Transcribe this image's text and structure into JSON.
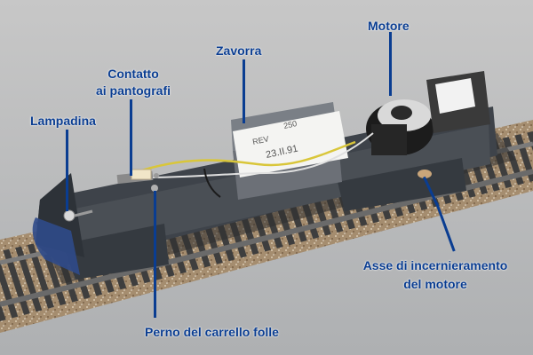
{
  "labels": {
    "zavorra": "Zavorra",
    "motore": "Motore",
    "contatto_line1": "Contatto",
    "contatto_line2": "ai pantografi",
    "lampadina": "Lampadina",
    "asse_line1": "Asse di incernieramento",
    "asse_line2": "del motore",
    "perno": "Perno del carrello folle"
  },
  "ballast_sticker": {
    "line1": "REV",
    "line2": "23.II.91",
    "line3": "250"
  },
  "colors": {
    "label_text": "#0a3d91",
    "leader_line": "#0a3d91",
    "background": "#b8b8b8",
    "chassis": "#4a4f55",
    "rail": "#6b6b6b",
    "ballast": "#a58d6f"
  }
}
